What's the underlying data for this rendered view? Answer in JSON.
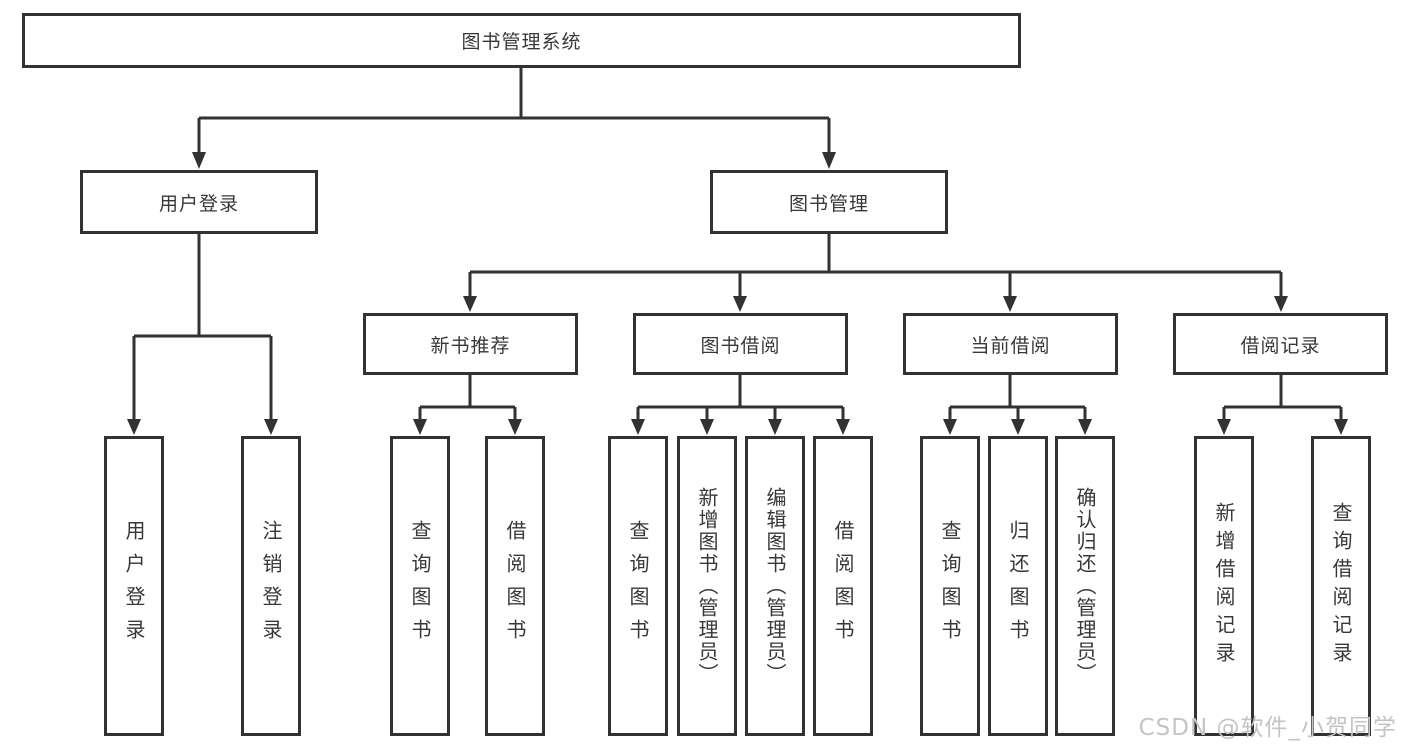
{
  "diagram": {
    "root": {
      "label": "图书管理系统"
    },
    "branches": [
      {
        "label": "用户登录",
        "children": [
          {
            "label": "用户登录"
          },
          {
            "label": "注销登录"
          }
        ]
      },
      {
        "label": "图书管理",
        "children": [
          {
            "label": "新书推荐",
            "children": [
              {
                "label": "查询图书"
              },
              {
                "label": "借阅图书"
              }
            ]
          },
          {
            "label": "图书借阅",
            "children": [
              {
                "label": "查询图书"
              },
              {
                "label": "新增图书（管理员）"
              },
              {
                "label": "编辑图书（管理员）"
              },
              {
                "label": "借阅图书"
              }
            ]
          },
          {
            "label": "当前借阅",
            "children": [
              {
                "label": "查询图书"
              },
              {
                "label": "归还图书"
              },
              {
                "label": "确认归还（管理员）"
              }
            ]
          },
          {
            "label": "借阅记录",
            "children": [
              {
                "label": "新增借阅记录"
              },
              {
                "label": "查询借阅记录"
              }
            ]
          }
        ]
      }
    ],
    "watermark": "CSDN @软件_小贺同学",
    "colors": {
      "line": "#323232",
      "box_background": "#ffffff",
      "text": "#383838",
      "watermark": "#c4c4c4"
    }
  }
}
